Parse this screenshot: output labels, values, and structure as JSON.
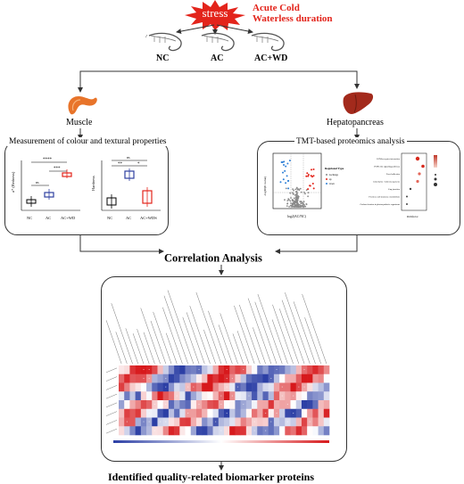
{
  "stress": {
    "badge_label": "stress",
    "line1": "Acute Cold",
    "line2": "Waterless duration",
    "color": "#e3241b"
  },
  "groups": [
    "NC",
    "AC",
    "AC+WD"
  ],
  "branches": {
    "left_label": "Muscle",
    "right_label": "Hepatopancreas"
  },
  "left_panel": {
    "title": "Measurement of colour and textural properties",
    "chart_a": {
      "ylabel": "a* (Redness)",
      "categories": [
        "NC",
        "AC",
        "AC+WD"
      ],
      "sig": [
        "ns",
        "***",
        "****"
      ]
    },
    "chart_b": {
      "ylabel": "Hardness",
      "categories": [
        "NC",
        "AC",
        "AC+WDS"
      ],
      "sig": [
        "ns",
        "**",
        "*"
      ]
    }
  },
  "right_panel": {
    "title": "TMT-based proteomics analysis",
    "volcano": {
      "xlabel": "log2(AC/NC)",
      "ylabel": "-log10(P-value)",
      "legend_title": "Regulated Type",
      "legend_items": [
        "nochange",
        "up",
        "down"
      ]
    },
    "pathways": [
      "ECM-receptor interaction",
      "PI3K-Akt signaling pathway",
      "Focal adhesion",
      "Glycolysis / Gluconeogenesis",
      "Gap junction",
      "Fructose and mannose metabolism",
      "Carbon fixation in photosynthetic organisms"
    ],
    "enrichment_xlabel": "Richfactor"
  },
  "correlation": {
    "title": "Correlation Analysis"
  },
  "footer": {
    "text": "Identified quality-related biomarker proteins"
  },
  "colors": {
    "red": "#e3241b",
    "blue": "#2e3fa0",
    "muscle": "#e8742a",
    "liver": "#a32a1c",
    "heat_high": "#d7191c",
    "heat_low": "#2c3fa5"
  }
}
